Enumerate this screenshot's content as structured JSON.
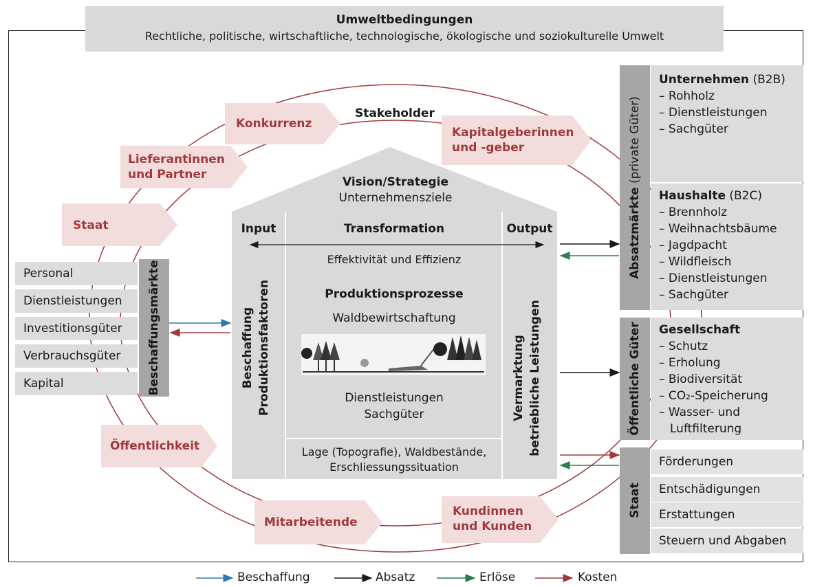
{
  "environment": {
    "title": "Umweltbedingungen",
    "subtitle": "Rechtliche, politische, wirtschaftliche, technologische, ökologische und soziokulturelle Umwelt"
  },
  "stakeholder": {
    "title": "Stakeholder",
    "items": [
      "Konkurrenz",
      "Kapitalgeberinnen und -geber",
      "Lieferantinnen und Partner",
      "Staat",
      "Öffentlichkeit",
      "Mitarbeitende",
      "Kundinnen und Kunden"
    ]
  },
  "house": {
    "vision": "Vision/Strategie",
    "goals": "Unternehmensziele",
    "input": "Input",
    "transformation": "Transformation",
    "output": "Output",
    "effectiveness": "Effektivität und Effizienz",
    "processes": "Produktionsprozesse",
    "forest_mgmt": "Waldbewirtschaftung",
    "services": "Dienstleistungen",
    "goods": "Sachgüter",
    "location_line1": "Lage (Topografie), Waldbestände,",
    "location_line2": "Erschliessungssituation",
    "left_pillar_line1": "Beschaffung",
    "left_pillar_line2": "Produktionsfaktoren",
    "right_pillar_line1": "Vermarktung",
    "right_pillar_line2": "betriebliche Leistungen"
  },
  "procurement": {
    "label": "Beschaffungsmärkte",
    "items": [
      "Personal",
      "Dienstleistungen",
      "Investitionsgüter",
      "Verbrauchsgüter",
      "Kapital"
    ]
  },
  "sales_markets": {
    "label": "Absatzmärkte",
    "label_suffix": "(private Güter)",
    "b2b_title": "Unternehmen",
    "b2b_tag": "(B2B)",
    "b2b_items": [
      "– Rohholz",
      "– Dienstleistungen",
      "– Sachgüter"
    ],
    "b2c_title": "Haushalte",
    "b2c_tag": "(B2C)",
    "b2c_items": [
      "– Brennholz",
      "– Weihnachtsbäume",
      "– Jagdpacht",
      "– Wildfleisch",
      "– Dienstleistungen",
      "– Sachgüter"
    ]
  },
  "public_goods": {
    "label": "Öffentliche Güter",
    "title": "Gesellschaft",
    "items": [
      "– Schutz",
      "– Erholung",
      "– Biodiversität",
      "– CO₂-Speicherung",
      "– Wasser- und",
      "Luftfilterung"
    ]
  },
  "state": {
    "label": "Staat",
    "items": [
      "Förderungen",
      "Entschädigungen",
      "Erstattungen",
      "Steuern und Abgaben"
    ]
  },
  "legend": [
    {
      "label": "Beschaffung",
      "color": "#2e79b5"
    },
    {
      "label": "Absatz",
      "color": "#1a1a1a"
    },
    {
      "label": "Erlöse",
      "color": "#2e7d4f"
    },
    {
      "label": "Kosten",
      "color": "#a03a3c"
    }
  ]
}
